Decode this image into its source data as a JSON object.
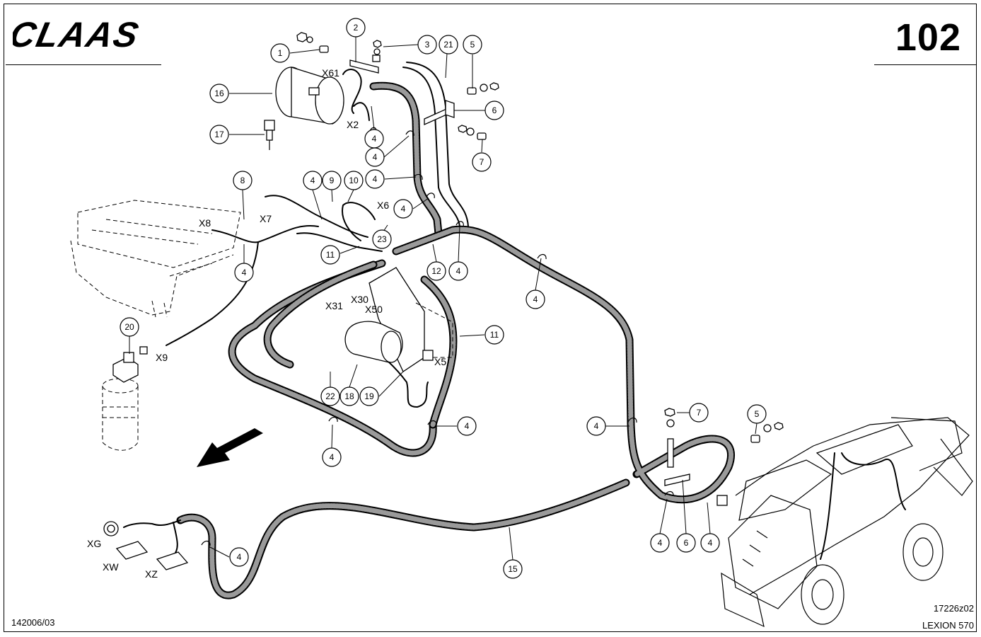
{
  "brand": "CLAAS",
  "page_number": "102",
  "footer": {
    "doc_code": "142006/03",
    "drawing_ref": "17226z02",
    "model": "LEXION 570"
  },
  "callouts": {
    "c1": "1",
    "c2": "2",
    "c3": "3",
    "c21": "21",
    "c5a": "5",
    "c16": "16",
    "c6a": "6",
    "c17": "17",
    "c4a": "4",
    "c4b": "4",
    "c7a": "7",
    "c8": "8",
    "c4c": "4",
    "c9": "9",
    "c10": "10",
    "c4d": "4",
    "c4e": "4",
    "c23": "23",
    "c11a": "11",
    "c12": "12",
    "c4f": "4",
    "c4g": "4",
    "c4h": "4",
    "c20": "20",
    "c11b": "11",
    "c22": "22",
    "c18": "18",
    "c19": "19",
    "c4i": "4",
    "c4j": "4",
    "c7b": "7",
    "c4k": "4",
    "c5b": "5",
    "c4l": "4",
    "c4m": "4",
    "c6b": "6",
    "c4n": "4",
    "c15": "15"
  },
  "connectors": {
    "x61": "X61",
    "x2": "X2",
    "x6": "X6",
    "x7": "X7",
    "x8": "X8",
    "x31": "X31",
    "x30": "X30",
    "x50": "X50",
    "x5": "X5",
    "x9": "X9",
    "xg": "XG",
    "xw": "XW",
    "xz": "XZ"
  }
}
